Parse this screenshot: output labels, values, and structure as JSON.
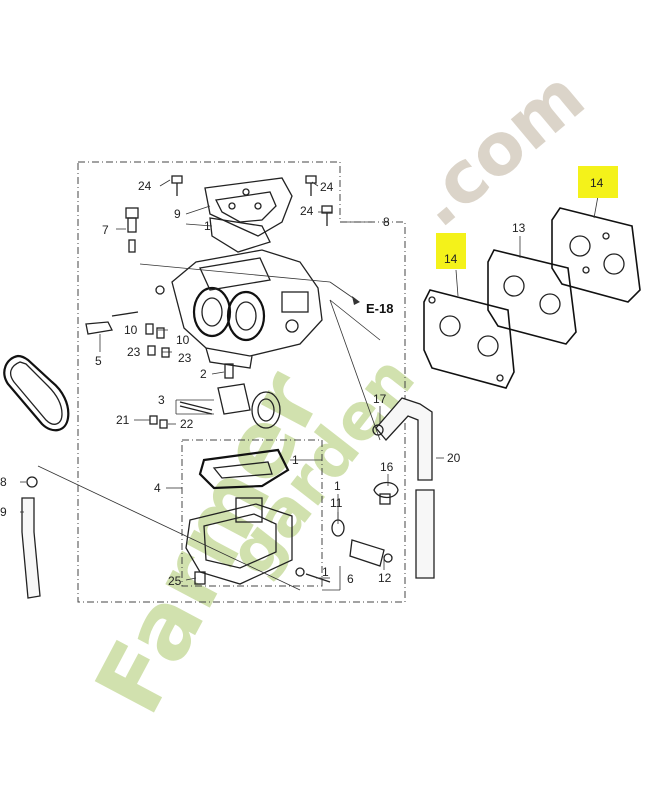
{
  "watermark": {
    "brand": "Farmer",
    "domain": ".com",
    "middle": "garden"
  },
  "highlight_color": "#f4f21a",
  "reference": "E-18",
  "callouts": {
    "p1a": "1",
    "p1b": "1",
    "p1c": "1",
    "p1d": "1",
    "p2": "2",
    "p3": "3",
    "p4": "4",
    "p5": "5",
    "p6": "6",
    "p7": "7",
    "p8a": "8",
    "p8b": "8",
    "p9a": "9",
    "p9b": "9",
    "p10a": "10",
    "p10b": "10",
    "p11": "11",
    "p12": "12",
    "p13": "13",
    "p14a": "14",
    "p14b": "14",
    "p16": "16",
    "p17": "17",
    "p20": "20",
    "p21": "21",
    "p22": "22",
    "p23a": "23",
    "p23b": "23",
    "p24a": "24",
    "p24b": "24",
    "p24c": "24",
    "p25": "25"
  }
}
